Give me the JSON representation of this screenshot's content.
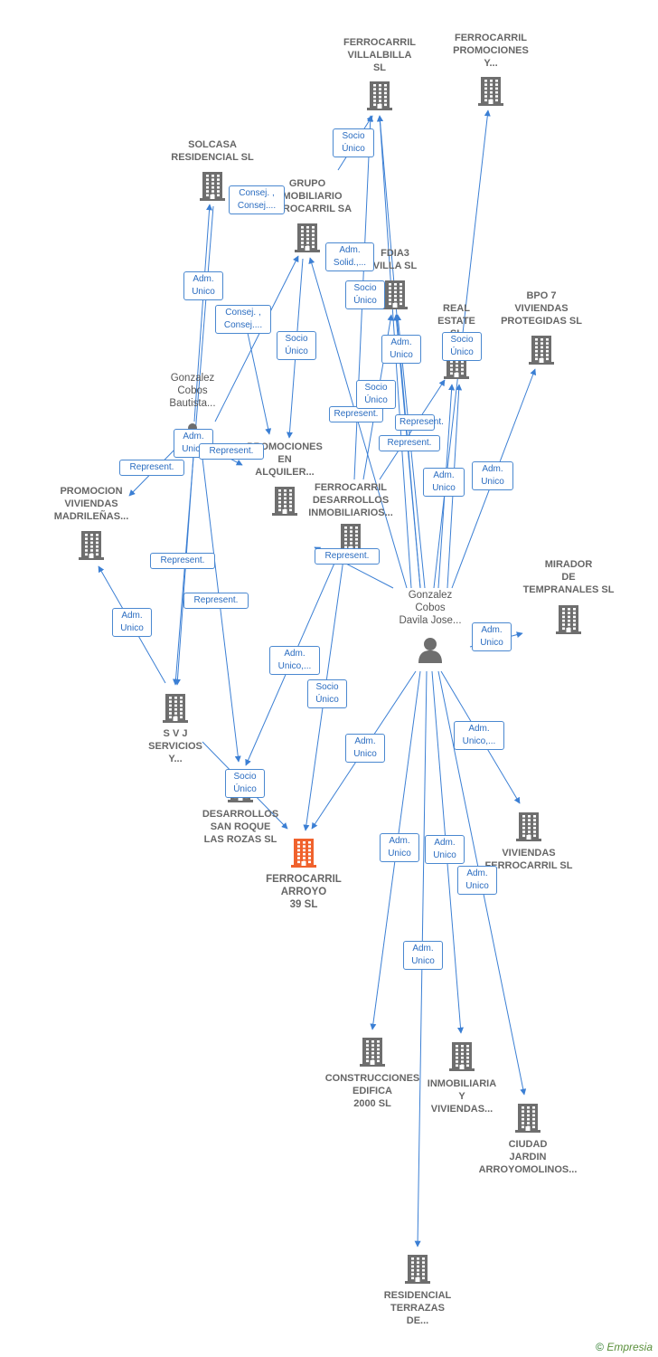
{
  "nodes": {
    "ferrocarril_villalbilla": "FERROCARRIL\nVILLALBILLA\nSL",
    "ferrocarril_promociones": "FERROCARRIL\nPROMOCIONES\nY...",
    "solcasa": "SOLCASA\nRESIDENCIAL SL",
    "grupo": "GRUPO\nINMOBILIARIO\nFERROCARRIL SA",
    "fdia3": "FDIA3\nVILLA SL",
    "real_estate": "REAL\nESTATE\nSL",
    "bpo7": "BPO 7\nVIVIENDAS\nPROTEGIDAS SL",
    "gonzalez_bautista": "Gonzalez\nCobos\nBautista...",
    "promociones_alquiler": "PROMOCIONES\nEN\nALQUILER...",
    "ferrocarril_desarrollos": "FERROCARRIL\nDESARROLLOS\nINMOBILIARIOS...",
    "promocion_madrilenas": "PROMOCION\nVIVIENDAS\nMADRILEÑAS...",
    "mirador": "MIRADOR\nDE\nTEMPRANALES SL",
    "gonzalez_davila": "Gonzalez\nCobos\nDavila Jose...",
    "svj": "S V J\nSERVICIOS\nY...",
    "desarrollos_san_roque": "DESARROLLOS\nSAN ROQUE\nLAS ROZAS SL",
    "ferrocarril_arroyo": "FERROCARRIL\nARROYO\n39 SL",
    "viviendas_ferrocarril": "VIVIENDAS\nFERROCARRIL SL",
    "construcciones_edifica": "CONSTRUCCIONES\nEDIFICA\n2000 SL",
    "inmobiliaria_viviendas": "INMOBILIARIA\nY\nVIVIENDAS...",
    "ciudad_jardin": "CIUDAD\nJARDIN\nARROYOMOLINOS...",
    "residencial_terrazas": "RESIDENCIAL\nTERRAZAS\nDE..."
  },
  "edge_labels": {
    "e1": "Socio\nÚnico",
    "e2": "Consej. ,\nConsej....",
    "e3": "Adm.\nSolid.,...",
    "e4": "Adm.\nUnico",
    "e5": "Socio\nÚnico",
    "e6": "Consej. ,\nConsej....",
    "e7": "Socio\nÚnico",
    "e8": "Adm.\nUnico",
    "e9": "Socio\nÚnico",
    "e10": "Represent.",
    "e11": "Socio\nÚnico",
    "e12": "Represent.",
    "e13": "Adm.\nUnico",
    "e14": "Adm.\nUnico",
    "e15": "Adm.\nUnico",
    "e16": "Represent.",
    "e17": "Represent.",
    "e18": "Represent.",
    "e19": "Represent.",
    "e20": "Adm.\nUnico",
    "e21": "Adm.\nUnico",
    "e22": "Adm.\nUnico,...",
    "e23": "Socio\nÚnico",
    "e24": "Adm.\nUnico,...",
    "e25": "Adm.\nUnico",
    "e26": "Socio\nÚnico",
    "e27": "Adm.\nUnico",
    "e28": "Adm.\nUnico",
    "e29": "Adm.\nUnico",
    "e30": "Adm.\nUnico",
    "e31": "Represent.",
    "e32": "Represent."
  },
  "copyright": {
    "symbol": "©",
    "brand": "Empresia"
  },
  "colors": {
    "edge": "#3b7fd4",
    "building": "#6e6e6e",
    "focus_building": "#f0622d",
    "person": "#6e6e6e"
  }
}
